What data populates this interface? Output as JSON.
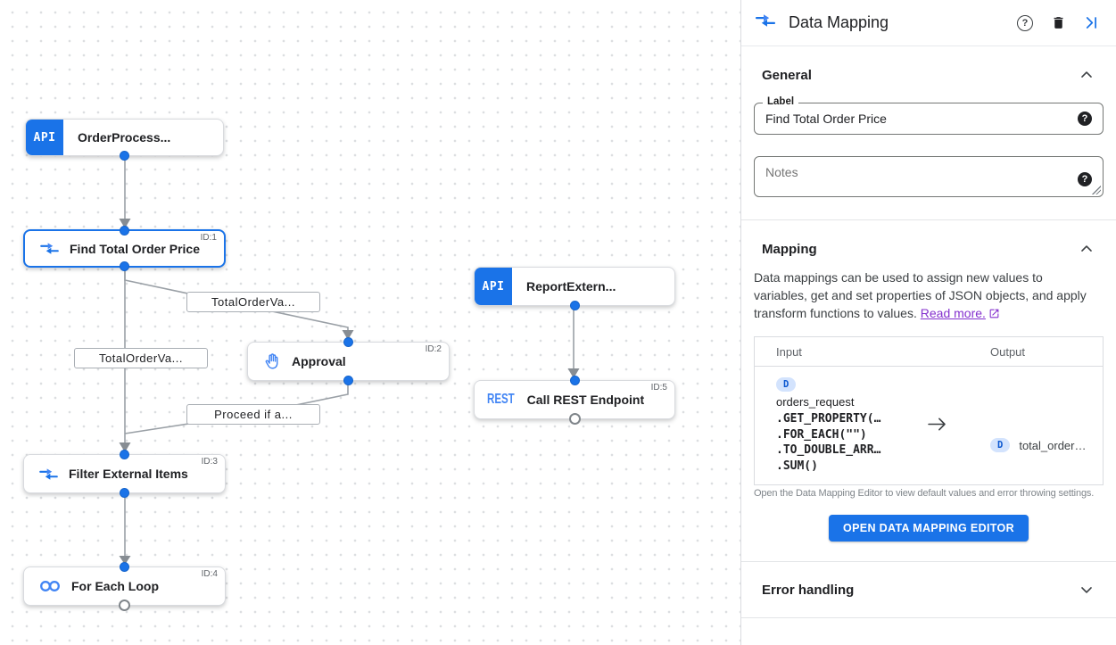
{
  "colors": {
    "accent_blue": "#1a73e8",
    "icon_blue": "#4285f4",
    "link_purple": "#8430ce"
  },
  "canvas": {
    "nodes": [
      {
        "label": "OrderProcess...",
        "badge": "API"
      },
      {
        "label": "Find Total Order Price",
        "id": "ID:1"
      },
      {
        "label": "Approval",
        "id": "ID:2"
      },
      {
        "label": "Filter External Items",
        "id": "ID:3"
      },
      {
        "label": "For Each Loop",
        "id": "ID:4"
      },
      {
        "label": "ReportExtern...",
        "badge": "API"
      },
      {
        "label": "Call REST Endpoint",
        "badge": "REST",
        "id": "ID:5"
      }
    ],
    "edge_labels": [
      "TotalOrderVa...",
      "TotalOrderVa...",
      "Proceed if a..."
    ]
  },
  "panel": {
    "title": "Data Mapping",
    "icons": {
      "help_glyph": "?"
    },
    "general": {
      "section_label": "General",
      "label_field": {
        "label": "Label",
        "value": "Find Total Order Price"
      },
      "notes_field": {
        "placeholder": "Notes"
      }
    },
    "mapping": {
      "section_label": "Mapping",
      "description": "Data mappings can be used to assign new values to variables, get and set properties of JSON objects, and apply transform functions to values.",
      "read_more_label": "Read more.",
      "table": {
        "input_header": "Input",
        "output_header": "Output",
        "row": {
          "input_badge": "D",
          "input_variable": "orders_request",
          "input_functions": [
            ".GET_PROPERTY(…",
            ".FOR_EACH(\"\")",
            ".TO_DOUBLE_ARR…",
            ".SUM()"
          ],
          "output_badge": "D",
          "output_variable": "total_order…"
        }
      },
      "hint": "Open the Data Mapping Editor to view default values and error throwing settings.",
      "button_label": "OPEN DATA MAPPING EDITOR"
    },
    "error_handling": {
      "section_label": "Error handling"
    }
  }
}
